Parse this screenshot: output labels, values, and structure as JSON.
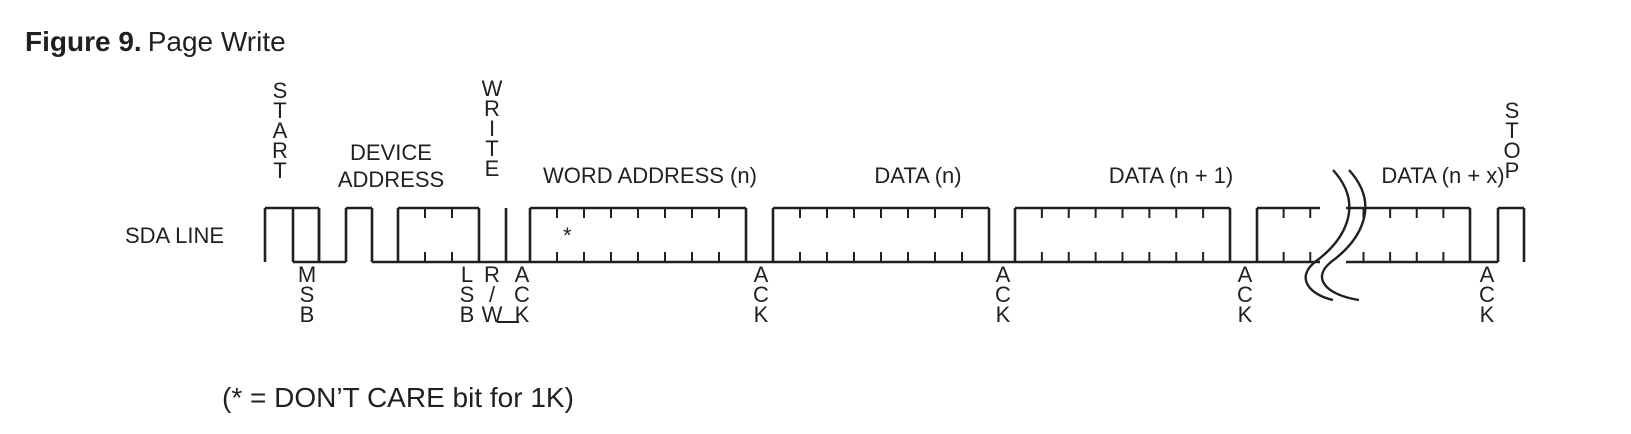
{
  "figure": {
    "number": "Figure 9.",
    "title": "Page Write"
  },
  "line_label": "SDA LINE",
  "top_labels": {
    "start": "START",
    "device_address": [
      "DEVICE",
      "ADDRESS"
    ],
    "write": "WRITE",
    "word_address": "WORD ADDRESS (n)",
    "data_n": "DATA (n)",
    "data_n1": "DATA (n + 1)",
    "data_nx": "DATA (n + x)",
    "stop": "STOP"
  },
  "bottom_labels": {
    "msb": "MSB",
    "lsb": "LSB",
    "rw": [
      "R",
      "/",
      "W"
    ],
    "ack": "ACK"
  },
  "dont_care_mark": "*",
  "footnote": "(* = DON’T CARE bit for 1K)"
}
